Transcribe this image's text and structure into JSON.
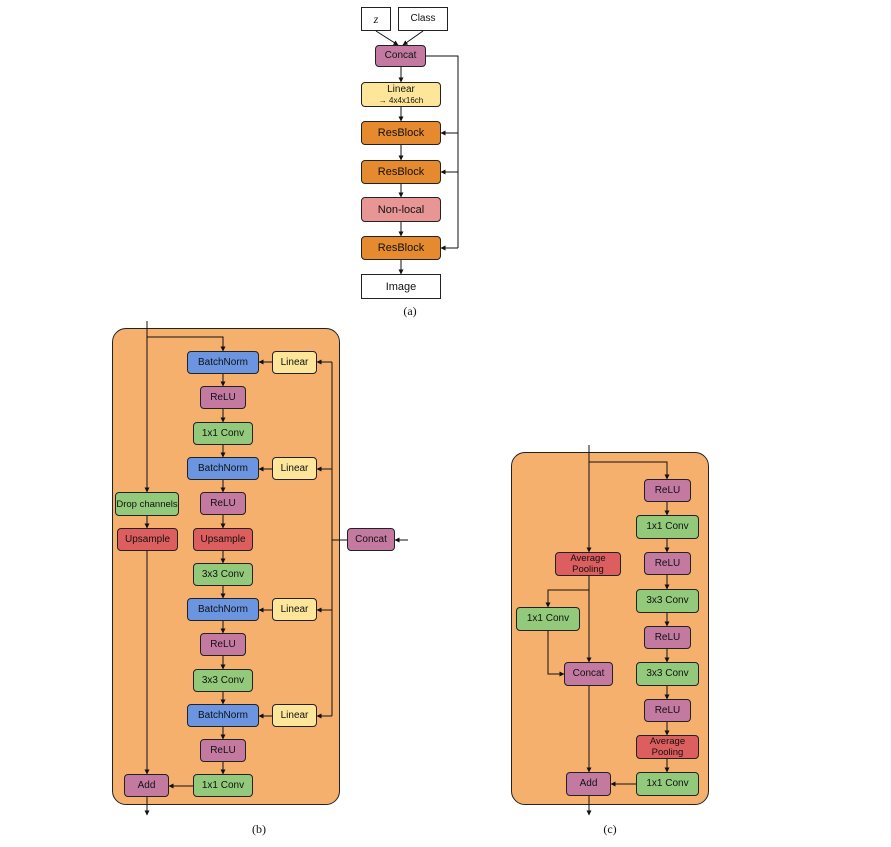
{
  "diagram_a": {
    "input_z": "z",
    "input_class": "Class",
    "concat": "Concat",
    "linear": "Linear",
    "linear_sub": "→ 4x4x16ch",
    "resblock_1": "ResBlock",
    "resblock_2": "ResBlock",
    "nonlocal": "Non-local",
    "resblock_3": "ResBlock",
    "image": "Image",
    "caption": "(a)"
  },
  "diagram_b": {
    "batchnorm_1": "BatchNorm",
    "linear_1": "Linear",
    "relu_1": "ReLU",
    "conv1x1_1": "1x1 Conv",
    "batchnorm_2": "BatchNorm",
    "linear_2": "Linear",
    "relu_2": "ReLU",
    "drop_channels": "Drop channels",
    "upsample_left": "Upsample",
    "upsample_main": "Upsample",
    "conv3x3_1": "3x3 Conv",
    "batchnorm_3": "BatchNorm",
    "linear_3": "Linear",
    "relu_3": "ReLU",
    "conv3x3_2": "3x3 Conv",
    "batchnorm_4": "BatchNorm",
    "linear_4": "Linear",
    "relu_4": "ReLU",
    "conv1x1_2": "1x1 Conv",
    "add": "Add",
    "concat": "Concat",
    "caption": "(b)"
  },
  "diagram_c": {
    "relu_1": "ReLU",
    "conv1x1_1": "1x1 Conv",
    "relu_2": "ReLU",
    "conv3x3_1": "3x3 Conv",
    "relu_3": "ReLU",
    "conv3x3_2": "3x3 Conv",
    "relu_4": "ReLU",
    "avgpool_right": "Average Pooling",
    "conv1x1_2": "1x1 Conv",
    "avgpool_left": "Average Pooling",
    "conv1x1_left": "1x1 Conv",
    "concat": "Concat",
    "add": "Add",
    "caption": "(c)"
  },
  "colors": {
    "panel": "#f5b06e",
    "concat_relu_add": "#c47aa0",
    "linear": "#fde69a",
    "resblock": "#e58a2e",
    "nonlocal": "#e89595",
    "batchnorm": "#6b95e0",
    "conv": "#92c97a",
    "upsample_pooling": "#dd5e5e"
  }
}
